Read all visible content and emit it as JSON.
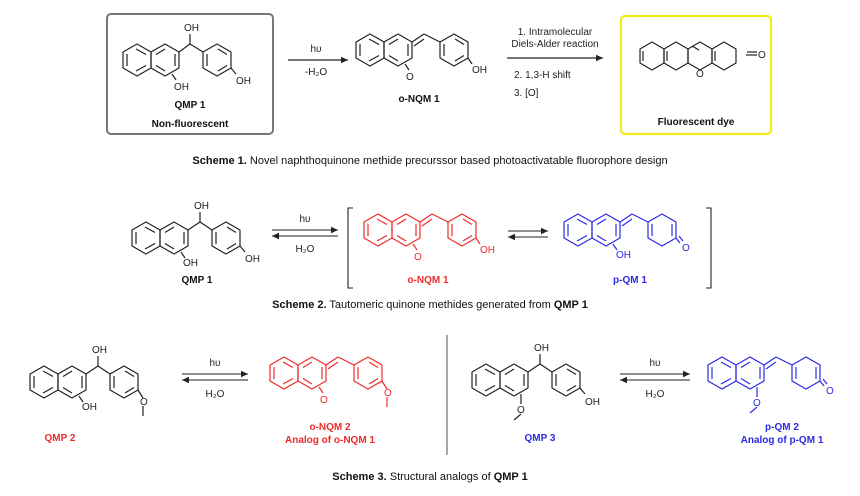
{
  "colors": {
    "black": "#222222",
    "red": "#ee2b2b",
    "blue": "#2a2ae6",
    "grey_box": "#777777",
    "yellow_box": "#f0ea1e"
  },
  "scheme1": {
    "oh": "OH",
    "o": "O",
    "hv": "hυ",
    "minus_water": "-H₂O",
    "step1_line1": "1. Intramolecular",
    "step1_line2": "Diels-Alder reaction",
    "step2": "2. 1,3-H shift",
    "step3": "3. [O]",
    "qmp1_label": "QMP 1",
    "nonfluor_label": "Non-fluorescent",
    "onqm1_label": "o-NQM 1",
    "dye_label": "Fluorescent dye",
    "caption_bold": "Scheme 1.",
    "caption_text": " Novel naphthoquinone methide precurssor based photoactivatable fluorophore design"
  },
  "scheme2": {
    "oh": "OH",
    "o": "O",
    "hv": "hυ",
    "water": "H₂O",
    "qmp1_label": "QMP 1",
    "onqm1_label": "o-NQM 1",
    "pqm1_label": "p-QM 1",
    "caption_bold": "Scheme 2.",
    "caption_text": " Tautomeric quinone methides generated from ",
    "caption_bold2": "QMP 1"
  },
  "scheme3": {
    "oh": "OH",
    "o": "O",
    "hv": "hυ",
    "water": "H₂O",
    "qmp2_label": "QMP 2",
    "onqm2_label": "o-NQM 2",
    "onqm2_sub": "Analog of o-NQM 1",
    "qmp3_label": "QMP 3",
    "pqm2_label": "p-QM 2",
    "pqm2_sub": "Analog of p-QM 1",
    "caption_bold": "Scheme 3.",
    "caption_text": " Structural analogs of ",
    "caption_bold2": "QMP 1"
  }
}
